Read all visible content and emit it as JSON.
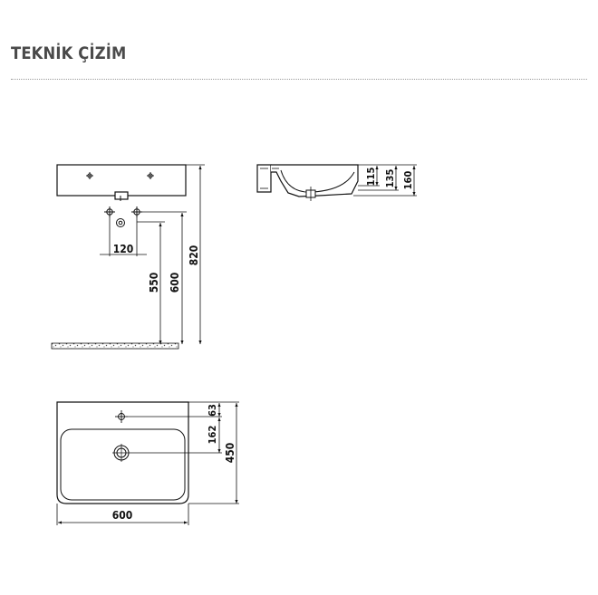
{
  "page": {
    "title": "TEKNİK ÇİZİM"
  },
  "drawing": {
    "front_view": {
      "dim_tap_spacing": "120",
      "dim_waste_height": "550",
      "dim_supply_height": "600",
      "dim_total_height": "820"
    },
    "side_view": {
      "dim_bowl_depth": "115",
      "dim_inner_height": "135",
      "dim_total_depth": "160"
    },
    "top_view": {
      "dim_tap_hole_offset": "63",
      "dim_drain_offset": "162",
      "dim_depth": "450",
      "dim_width": "600"
    }
  }
}
